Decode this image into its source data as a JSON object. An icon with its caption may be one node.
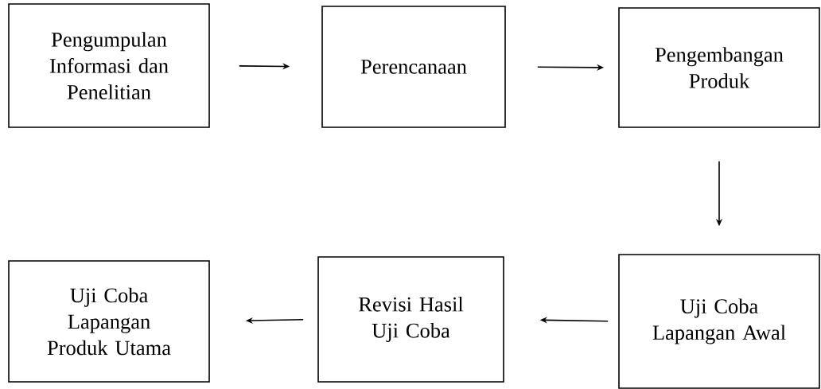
{
  "diagram": {
    "nodes": [
      {
        "text": [
          "Pengumpulan Informasi dan Penelitian"
        ]
      },
      {
        "text": [
          "Perencanaan"
        ]
      },
      {
        "text": [
          "Pengembangan Produk"
        ]
      },
      {
        "text": [
          "Uji Coba Lapangan Awal"
        ]
      },
      {
        "text": [
          "Revisi Hasil Uji Coba"
        ]
      },
      {
        "text": [
          "Uji Coba Lapangan Produk Utama"
        ]
      }
    ],
    "edges": [
      {
        "from": 0,
        "to": 1,
        "arrow": "to"
      },
      {
        "from": 1,
        "to": 2,
        "arrow": "to"
      },
      {
        "from": 2,
        "to": 3,
        "arrow": "to"
      },
      {
        "from": 3,
        "to": 4,
        "arrow": "to"
      },
      {
        "from": 4,
        "to": 5,
        "arrow": "to"
      }
    ]
  }
}
